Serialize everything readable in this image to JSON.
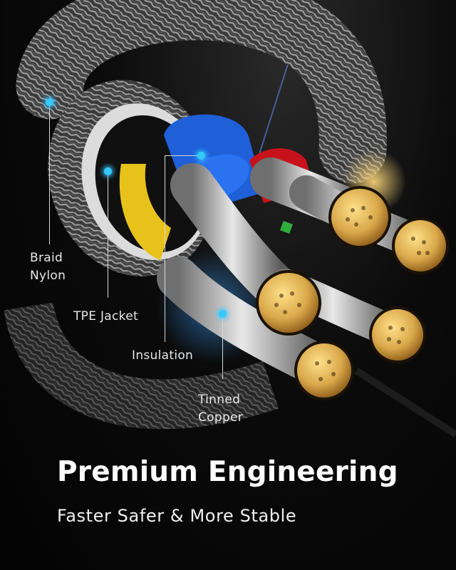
{
  "image": {
    "description": "Cutaway of a braided cable showing its internal layers and copper strands",
    "labels": [
      {
        "id": "braid",
        "text": "Braid\nNylon"
      },
      {
        "id": "tpe",
        "text": "TPE Jacket"
      },
      {
        "id": "insulation",
        "text": "Insulation"
      },
      {
        "id": "copper",
        "text": "Tinned\nCopper"
      }
    ],
    "headline": "Premium Engineering",
    "subline": "Faster Safer & More Stable",
    "colors": {
      "background": "#050505",
      "accent_dot": "#35c8ff",
      "insulation_blue": "#1f5fd8",
      "insulation_red": "#c8121b",
      "tpe_white": "#dcdcdc",
      "copper_gold": "#d9a84a"
    }
  }
}
